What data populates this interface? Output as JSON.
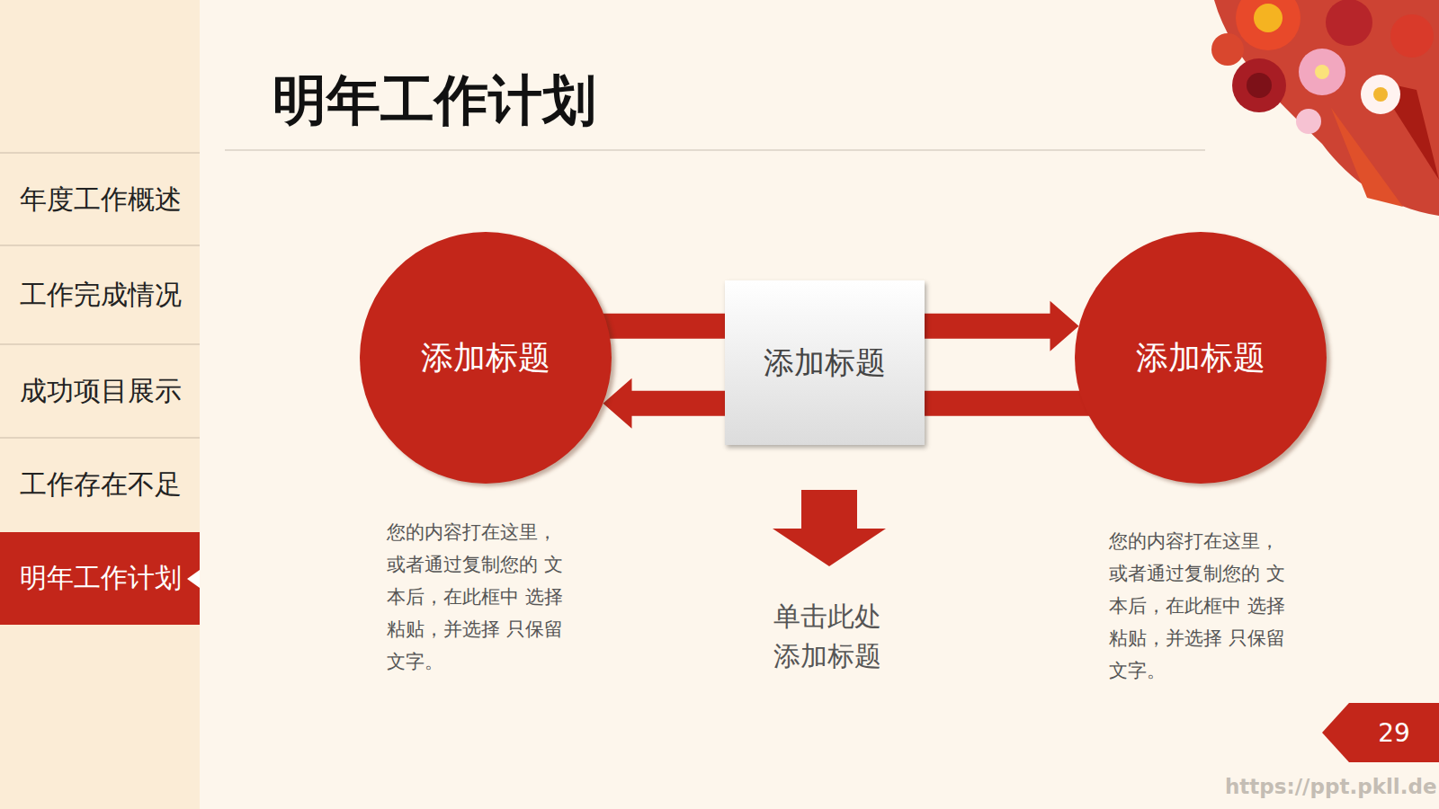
{
  "diagram": {
    "title": "明年工作计划",
    "nodes": [
      {
        "text": [
          "年度工作概述"
        ]
      },
      {
        "text": [
          "工作完成情况"
        ]
      },
      {
        "text": [
          "成功项目展示"
        ]
      },
      {
        "text": [
          "工作存在不足"
        ]
      },
      {
        "text": [
          "明年工作计划"
        ]
      },
      {
        "text": [
          "添加标题"
        ]
      },
      {
        "text": [
          "添加标题"
        ]
      },
      {
        "text": [
          "添加标题"
        ]
      },
      {
        "text": [
          "29"
        ]
      }
    ],
    "edges": [
      {
        "from": 5,
        "to": 6,
        "arrow": "none"
      },
      {
        "from": 6,
        "to": 7,
        "arrow": "to"
      },
      {
        "from": 7,
        "to": 6,
        "arrow": "none"
      },
      {
        "from": 6,
        "to": 5,
        "arrow": "to"
      }
    ],
    "labels": [
      "您的内容打在这里， 或者通过复制您的 文本后，在此框中 选择粘贴，并选择 只保留文字。",
      "单击此处 添加标题",
      "您的内容打在这里， 或者通过复制您的 文本后，在此框中 选择粘贴，并选择 只保留文字。",
      "https://ppt.pkll.de"
    ]
  }
}
